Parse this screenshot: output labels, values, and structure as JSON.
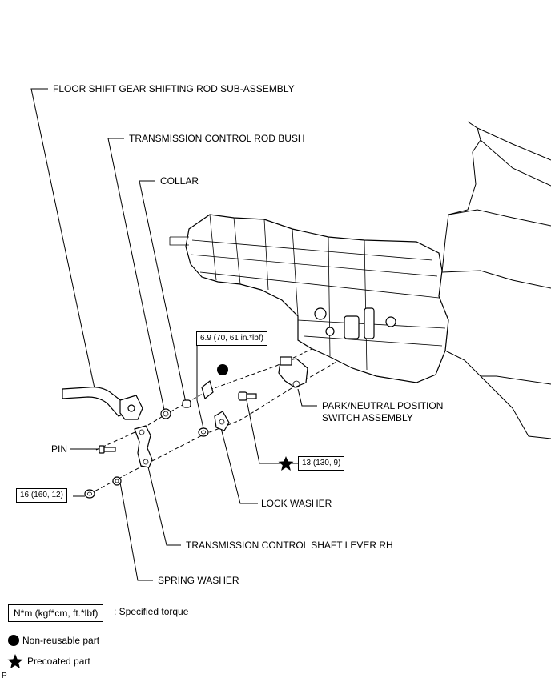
{
  "labels": {
    "floor_shift": "FLOOR SHIFT GEAR SHIFTING ROD SUB-ASSEMBLY",
    "bush": "TRANSMISSION CONTROL ROD BUSH",
    "collar": "COLLAR",
    "pnp_line1": "PARK/NEUTRAL POSITION",
    "pnp_line2": "SWITCH ASSEMBLY",
    "pin": "PIN",
    "lock_washer": "LOCK WASHER",
    "shaft_lever": "TRANSMISSION CONTROL SHAFT LEVER RH",
    "spring_washer": "SPRING WASHER"
  },
  "torques": {
    "t1": "6.9 (70, 61 in.*lbf)",
    "t2": "13 (130, 9)",
    "t3": "16 (160, 12)"
  },
  "legend": {
    "torque_box": "N*m (kgf*cm, ft.*lbf)",
    "torque_text": ": Specified torque",
    "nonreusable": "Non-reusable part",
    "precoated": "Precoated part"
  },
  "corner_mark": "P"
}
